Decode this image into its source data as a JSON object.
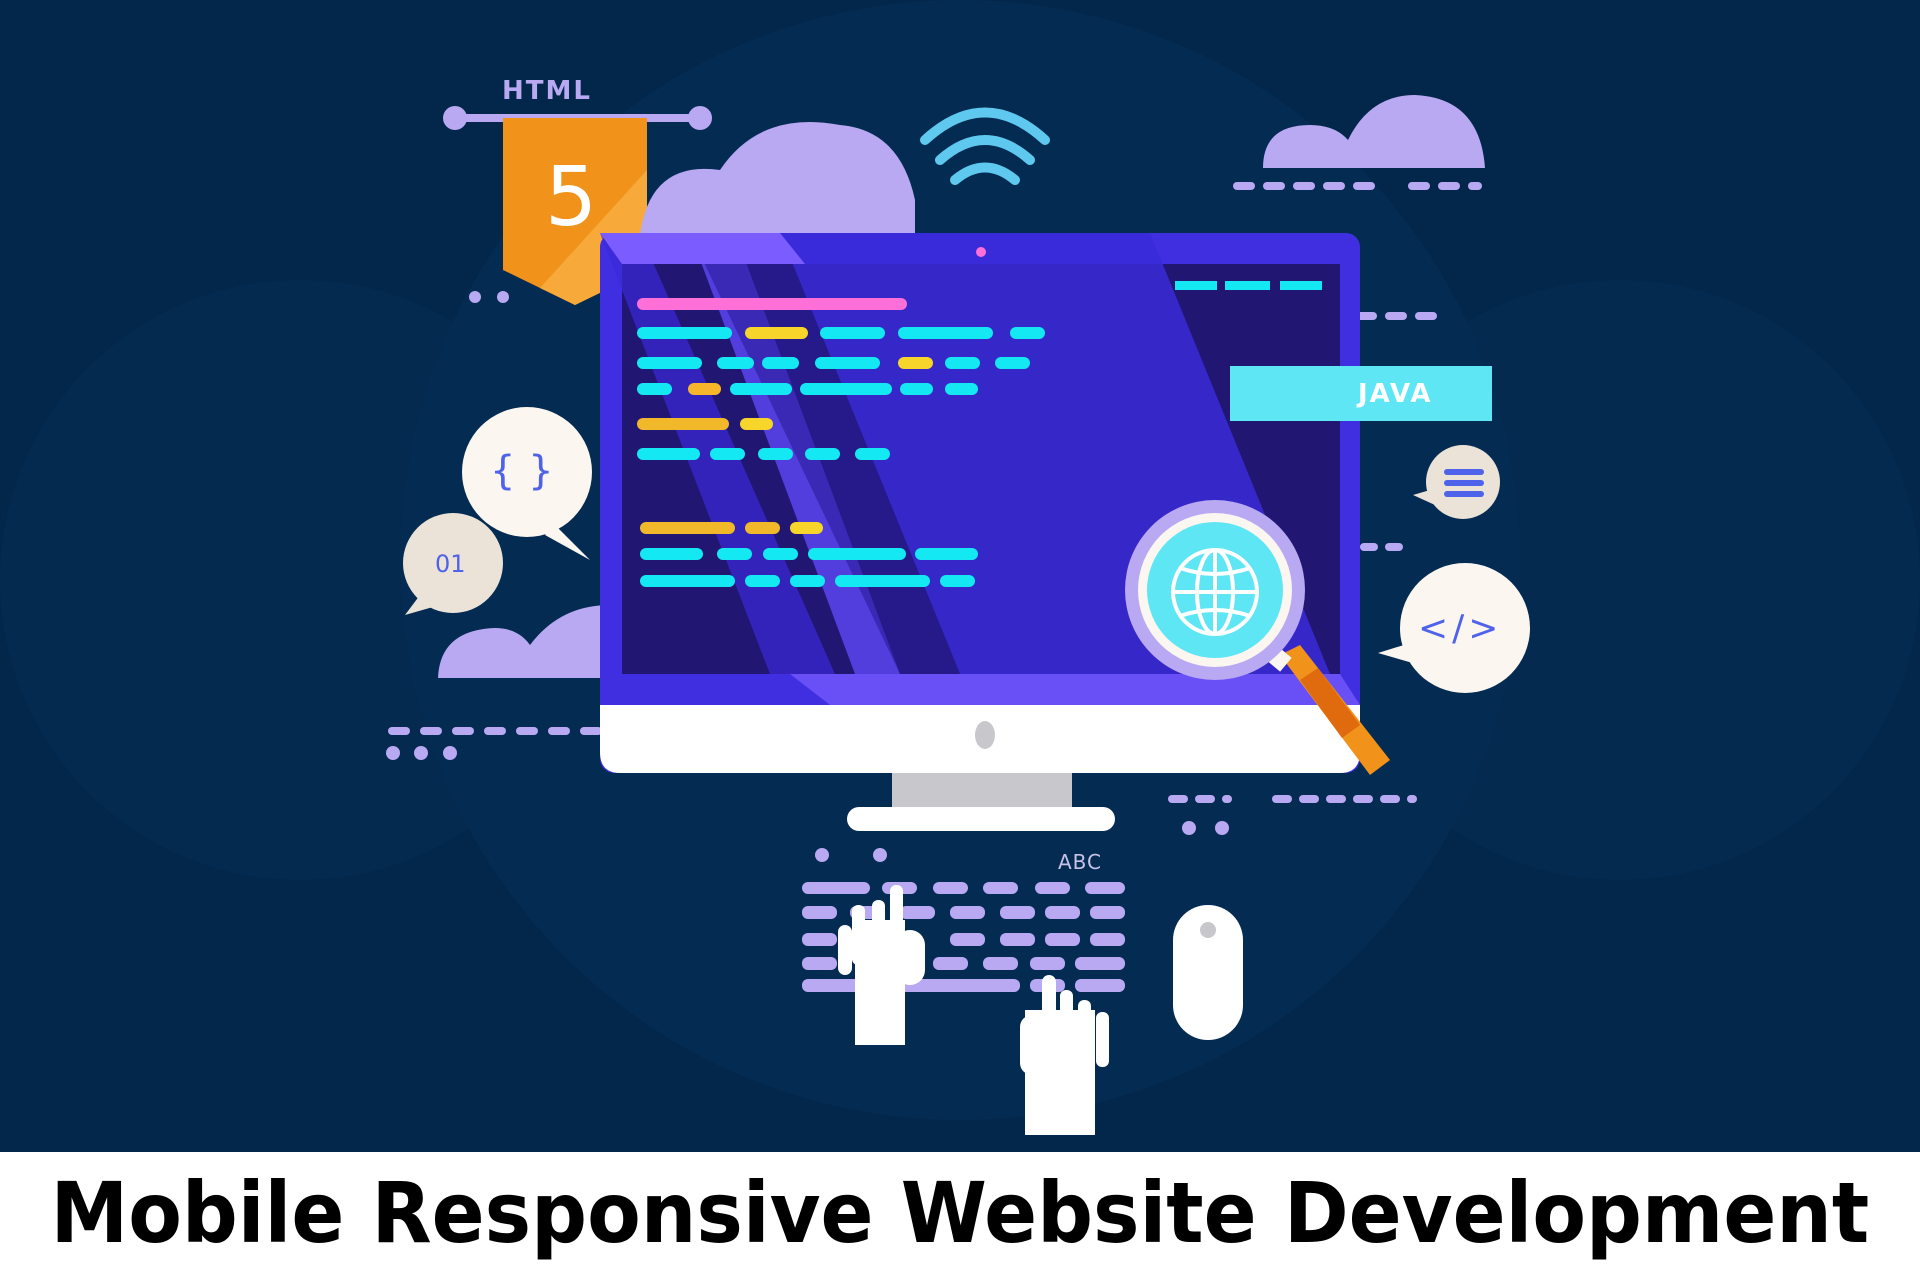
{
  "colors": {
    "background": "#03274a",
    "background_circle": "#06305a",
    "monitor_frame": "#3f2fe0",
    "screen": "#221673",
    "screen_stripe": "#7a5cff",
    "bezel": "#ffffff",
    "stand": "#c8c8cc",
    "lavender": "#b9a9f2",
    "cyan": "#14e8f2",
    "yellow": "#f7d52a",
    "orange": "#f1931b",
    "pink": "#ff6fd8",
    "bubble": "#fbf6ef",
    "bubble_alt": "#ebe2d8",
    "java_tag": "#5ee6f5",
    "icon_blue": "#4f62ea",
    "title_text": "#000000"
  },
  "labels": {
    "html_badge_top": "HTML",
    "html_badge_number": "5",
    "java_tag": "JAVA",
    "bubble_braces": "{ }",
    "bubble_binary": "01",
    "bubble_code": "</>",
    "keyboard_label": "ABC"
  },
  "icons": {
    "wifi": "wifi-icon",
    "cloud": "cloud-icon",
    "globe": "globe-icon",
    "magnifier": "magnifying-glass-icon",
    "menu": "hamburger-menu-icon",
    "mouse": "mouse-icon",
    "hand": "hand-icon",
    "monitor": "desktop-monitor-icon"
  },
  "title": {
    "text": "Mobile Responsive Website Development"
  }
}
